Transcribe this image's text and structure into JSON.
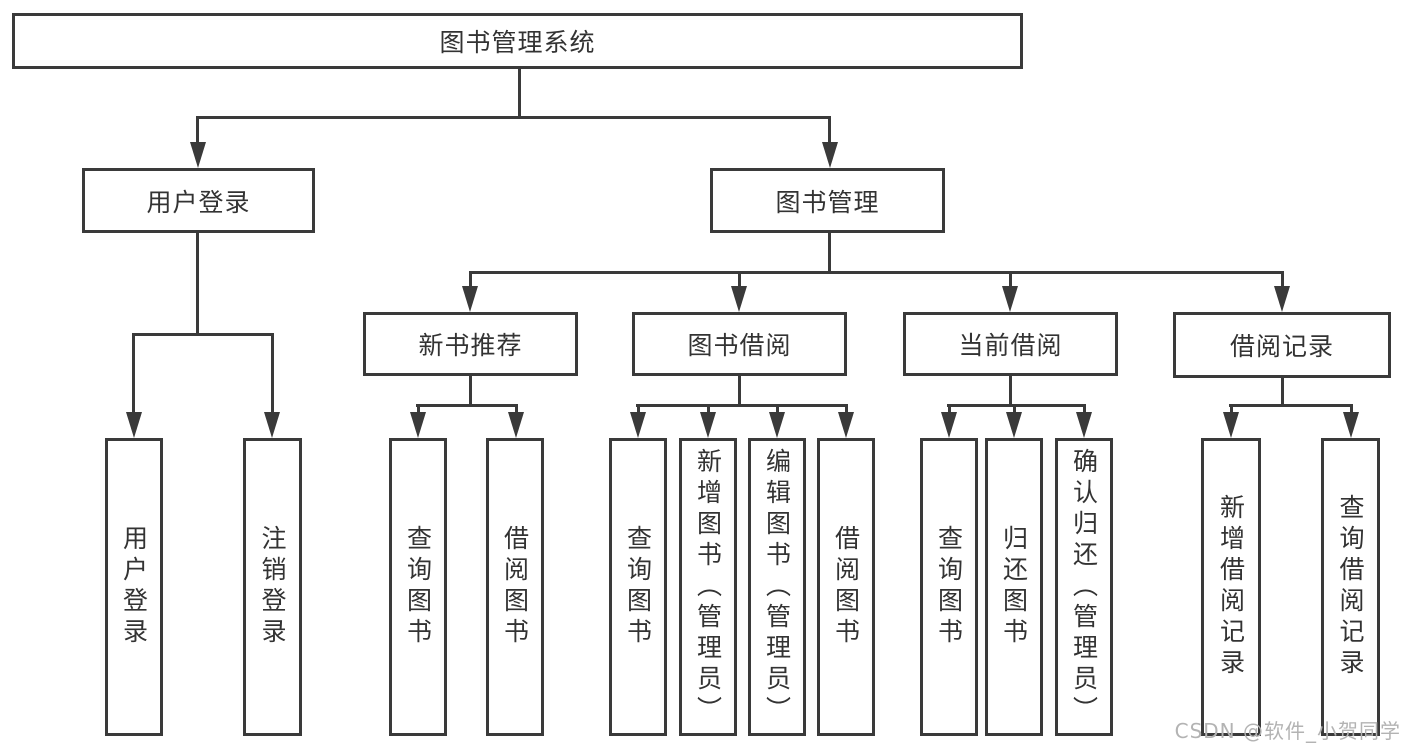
{
  "root": {
    "label": "图书管理系统"
  },
  "user_login": {
    "label": "用户登录",
    "children": [
      {
        "label": "用户登录"
      },
      {
        "label": "注销登录"
      }
    ]
  },
  "book_mgmt": {
    "label": "图书管理",
    "groups": [
      {
        "label": "新书推荐",
        "children": [
          {
            "label": "查询图书"
          },
          {
            "label": "借阅图书"
          }
        ]
      },
      {
        "label": "图书借阅",
        "children": [
          {
            "label": "查询图书"
          },
          {
            "label": "新增图书（管理员）"
          },
          {
            "label": "编辑图书（管理员）"
          },
          {
            "label": "借阅图书"
          }
        ]
      },
      {
        "label": "当前借阅",
        "children": [
          {
            "label": "查询图书"
          },
          {
            "label": "归还图书"
          },
          {
            "label": "确认归还（管理员）"
          }
        ]
      },
      {
        "label": "借阅记录",
        "children": [
          {
            "label": "新增借阅记录"
          },
          {
            "label": "查询借阅记录"
          }
        ]
      }
    ]
  },
  "watermark": "CSDN @软件_小贺同学",
  "colors": {
    "line": "#3a3a3a",
    "text": "#333333",
    "watermark": "#b3b3b3",
    "background": "#ffffff"
  }
}
